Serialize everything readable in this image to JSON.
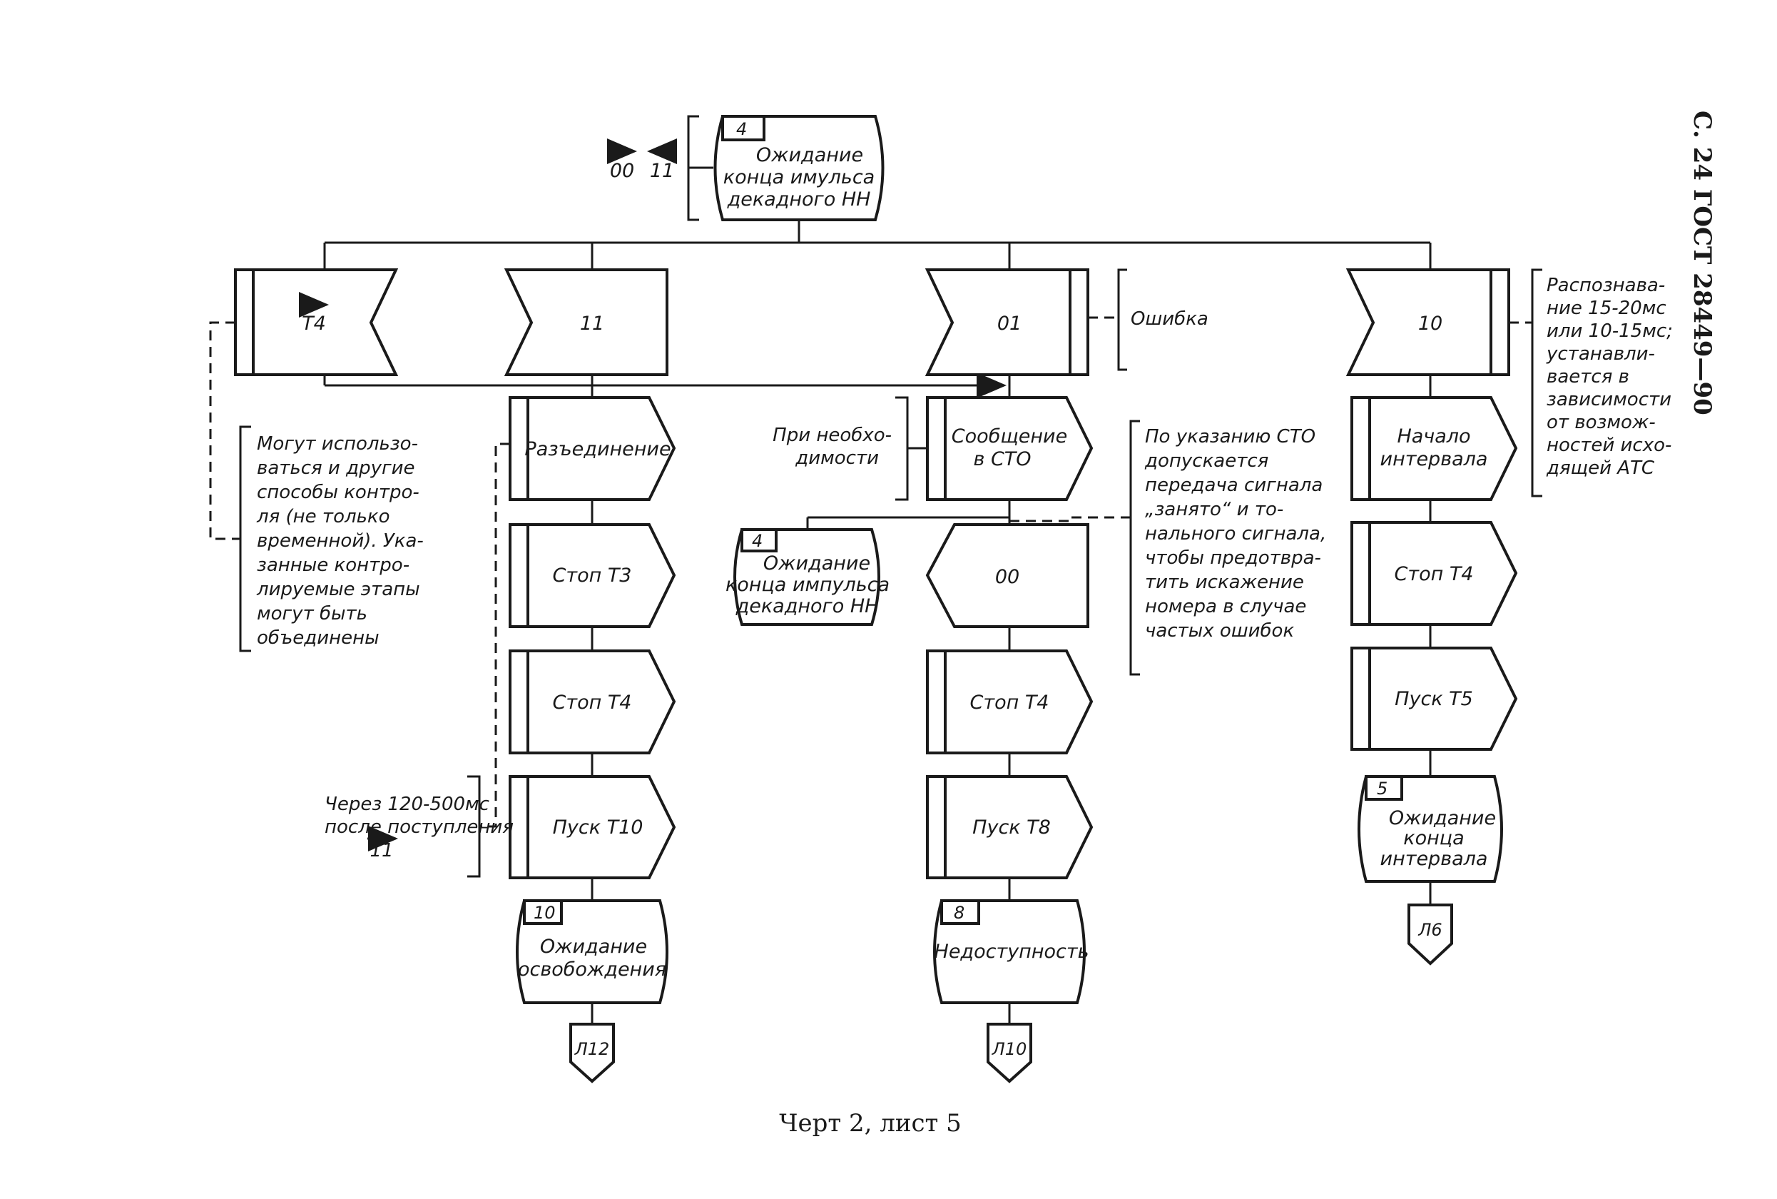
{
  "header": "С. 24 ГОСТ 28449—90",
  "caption": "Черт 2, лист 5",
  "top_state": {
    "number": "4",
    "lines": [
      "Ожидание",
      "конца имульса",
      "декадного НН"
    ]
  },
  "top_signals": [
    "00",
    "11"
  ],
  "inputs": [
    "T4",
    "11",
    "01",
    "10"
  ],
  "col_11": {
    "tasks": [
      "Разъединение",
      "Стоп Т3",
      "Стоп Т4",
      "Пуск Т10"
    ],
    "state": {
      "number": "10",
      "lines": [
        "Ожидание",
        "освобождения"
      ]
    },
    "connector": "Л12"
  },
  "col_01": {
    "task": [
      "Сообщение",
      "в СТО"
    ],
    "output": "00",
    "tasks": [
      "Стоп Т4",
      "Пуск Т8"
    ],
    "state": {
      "number": "8",
      "lines": [
        "Недоступность"
      ]
    },
    "connector": "Л10",
    "side_state": {
      "number": "4",
      "lines": [
        "Ожидание",
        "конца импульса",
        "декадного НН"
      ]
    }
  },
  "col_10": {
    "tasks": [
      [
        "Начало",
        "интервала"
      ],
      [
        "Стоп Т4"
      ],
      [
        "Пуск Т5"
      ]
    ],
    "state": {
      "number": "5",
      "lines": [
        "Ожидание",
        "конца",
        "интервала"
      ]
    },
    "connector": "Л6"
  },
  "notes": {
    "error": "Ошибка",
    "recognition": [
      "Распознава-",
      "ние 15-20мс",
      "или 10-15мс;",
      "устанавли-",
      "вается в",
      "зависимости",
      "от возмож-",
      "ностей исхо-",
      "дящей АТС"
    ],
    "control": [
      "Могут использо-",
      "ваться и другие",
      "способы контро-",
      "ля (не только",
      "временной). Ука-",
      "занные контро-",
      "лируемые этапы",
      "могут быть",
      "объединены"
    ],
    "necessity": [
      "При необхо-",
      "димости"
    ],
    "sto": [
      "По указанию СТО",
      "допускается",
      "передача сигнала",
      "„занято“ и то-",
      "нального сигнала,",
      "чтобы предотвра-",
      "тить искажение",
      "номера в случае",
      "частых ошибок"
    ],
    "delay": [
      "Через  120-500мс",
      "после поступления",
      "11"
    ]
  }
}
